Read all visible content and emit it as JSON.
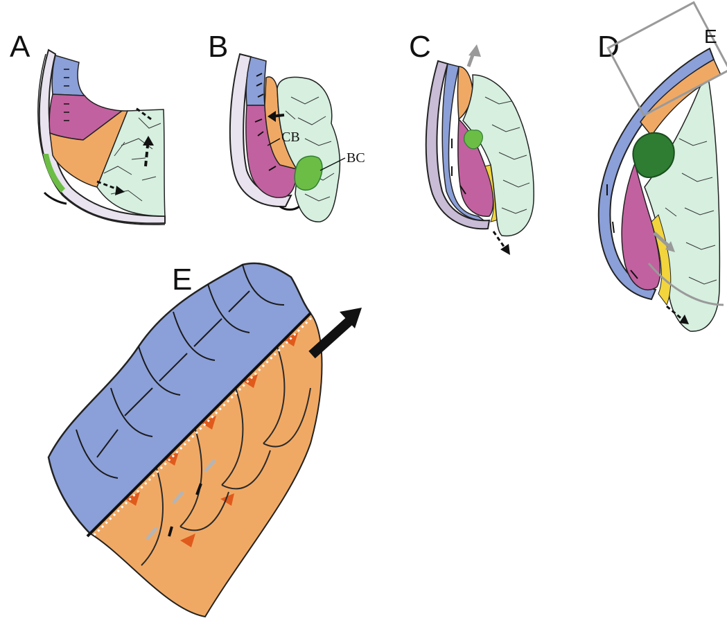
{
  "panels": {
    "A": {
      "label": "A"
    },
    "B": {
      "label": "B",
      "annotations": {
        "cb": "CB",
        "bc": "BC"
      }
    },
    "C": {
      "label": "C"
    },
    "D": {
      "label": "D",
      "inset_label": "E"
    },
    "E": {
      "label": "E"
    }
  },
  "colors": {
    "blue": "#8b9fd8",
    "magenta": "#c2619f",
    "orange": "#f0a964",
    "red_orange": "#e05a1c",
    "pale_green": "#d6efdf",
    "green": "#6cbd45",
    "dark_green": "#2e7d32",
    "yellow": "#f2d43d",
    "lilac": "#c9bcd6",
    "outline": "#1a1a1a",
    "grey_arrow": "#9a9a9a"
  }
}
